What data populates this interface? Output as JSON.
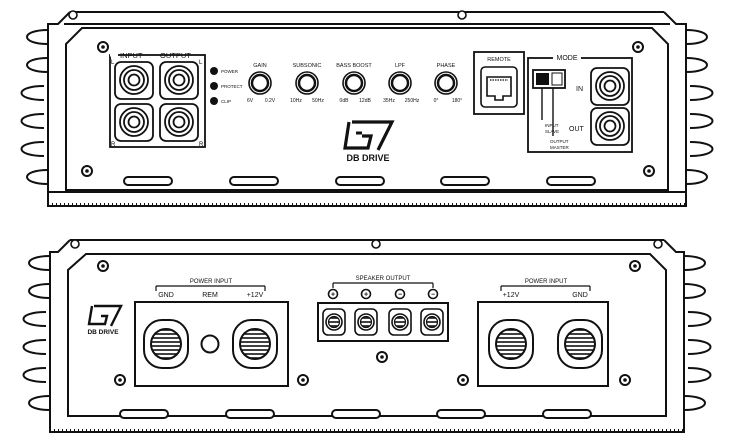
{
  "top_panel": {
    "input_label": "INPUT",
    "output_label": "OUTPUT",
    "ch_left": "L",
    "ch_right": "R",
    "leds": [
      {
        "label": "POWER"
      },
      {
        "label": "PROTECT"
      },
      {
        "label": "CLIP"
      }
    ],
    "knobs": [
      {
        "label": "GAIN",
        "min": "6V",
        "max": "0.2V"
      },
      {
        "label": "SUBSONIC",
        "min": "10Hz",
        "max": "50Hz"
      },
      {
        "label": "BASS BOOST",
        "min": "0dB",
        "max": "12dB"
      },
      {
        "label": "LPF",
        "min": "35Hz",
        "max": "250Hz"
      },
      {
        "label": "PHASE",
        "min": "0°",
        "max": "180°"
      }
    ],
    "logo_text": "DB DRIVE",
    "remote_label": "REMOTE",
    "mode": {
      "title": "MODE",
      "in_label": "IN",
      "out_label": "OUT",
      "switch_a_line1": "INPUT",
      "switch_a_line2": "SLAVE",
      "switch_b_line1": "OUTPUT",
      "switch_b_line2": "MASTER"
    }
  },
  "bottom_panel": {
    "logo_text": "DB DRIVE",
    "power_left": {
      "title": "POWER INPUT",
      "gnd": "GND",
      "rem": "REM",
      "plus": "+12V"
    },
    "speaker": {
      "title": "SPEAKER OUTPUT",
      "polarity": [
        "+",
        "+",
        "−",
        "−"
      ]
    },
    "power_right": {
      "title": "POWER INPUT",
      "plus": "+12V",
      "gnd": "GND"
    }
  }
}
